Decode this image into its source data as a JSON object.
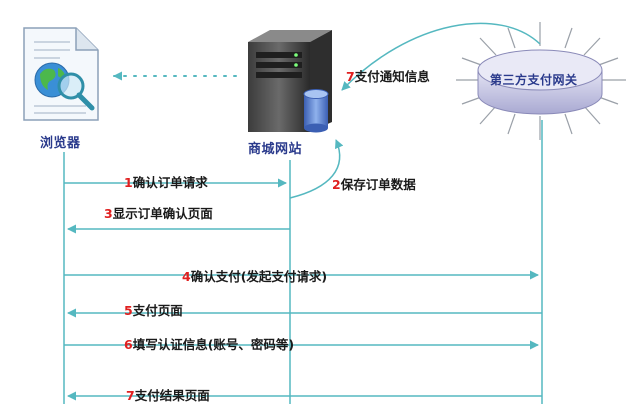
{
  "actors": {
    "browser": "浏览器",
    "mall": "商城网站",
    "gateway": "第三方支付网关"
  },
  "messages": [
    {
      "num": "1",
      "text": "确认订单请求"
    },
    {
      "num": "2",
      "text": "保存订单数据"
    },
    {
      "num": "3",
      "text": "显示订单确认页面"
    },
    {
      "num": "4",
      "text": "确认支付(发起支付请求)"
    },
    {
      "num": "5",
      "text": "支付页面"
    },
    {
      "num": "6",
      "text": "填写认证信息(账号、密码等)"
    },
    {
      "num": "7",
      "text": "支付结果页面"
    },
    {
      "num": "7",
      "text": "支付通知信息"
    }
  ],
  "colors": {
    "line": "#55b8c0",
    "number": "#e02020",
    "label": "#2a3a8c"
  }
}
